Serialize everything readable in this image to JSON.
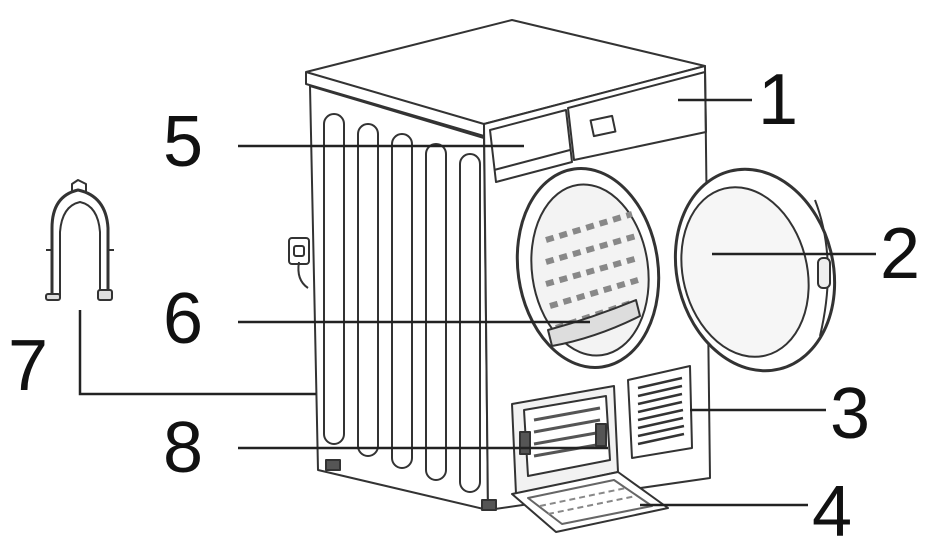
{
  "callouts": {
    "c1": "1",
    "c2": "2",
    "c3": "3",
    "c4": "4",
    "c5": "5",
    "c6": "6",
    "c7": "7",
    "c8": "8"
  },
  "colors": {
    "line": "#222222",
    "stroke": "#333333",
    "fill": "#ffffff",
    "shade": "#eeeeee"
  }
}
